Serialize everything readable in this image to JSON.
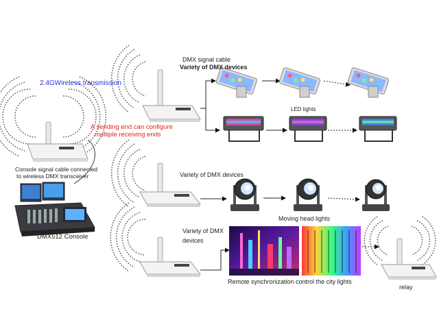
{
  "title": "Wireless DMX transmission diagram",
  "labels": {
    "wireless": "2.4GWireless transmission",
    "sending_end_line1": "A sending end can configure",
    "sending_end_line2": "multiple receiving ends",
    "console_cable_line1": "Console signal cable connected",
    "console_cable_line2": "to wireless DMX transceiver",
    "console": "DMX512 Console",
    "dmx_cable": "DMX signal cable",
    "variety1": "Variety of DMX devices",
    "led_lights": "LED lights",
    "variety2": "Variety of DMX devices",
    "moving_heads": "Moving head lights",
    "variety3_line1": "Variety of DMX",
    "variety3_line2": "devices",
    "city": "Remote synchronization control the city lights",
    "relay": "relay"
  },
  "colors": {
    "wireless_text": "#2a2fd6",
    "sending_text": "#e02020",
    "device_body": "#f2f2f2",
    "wave": "#555555"
  }
}
